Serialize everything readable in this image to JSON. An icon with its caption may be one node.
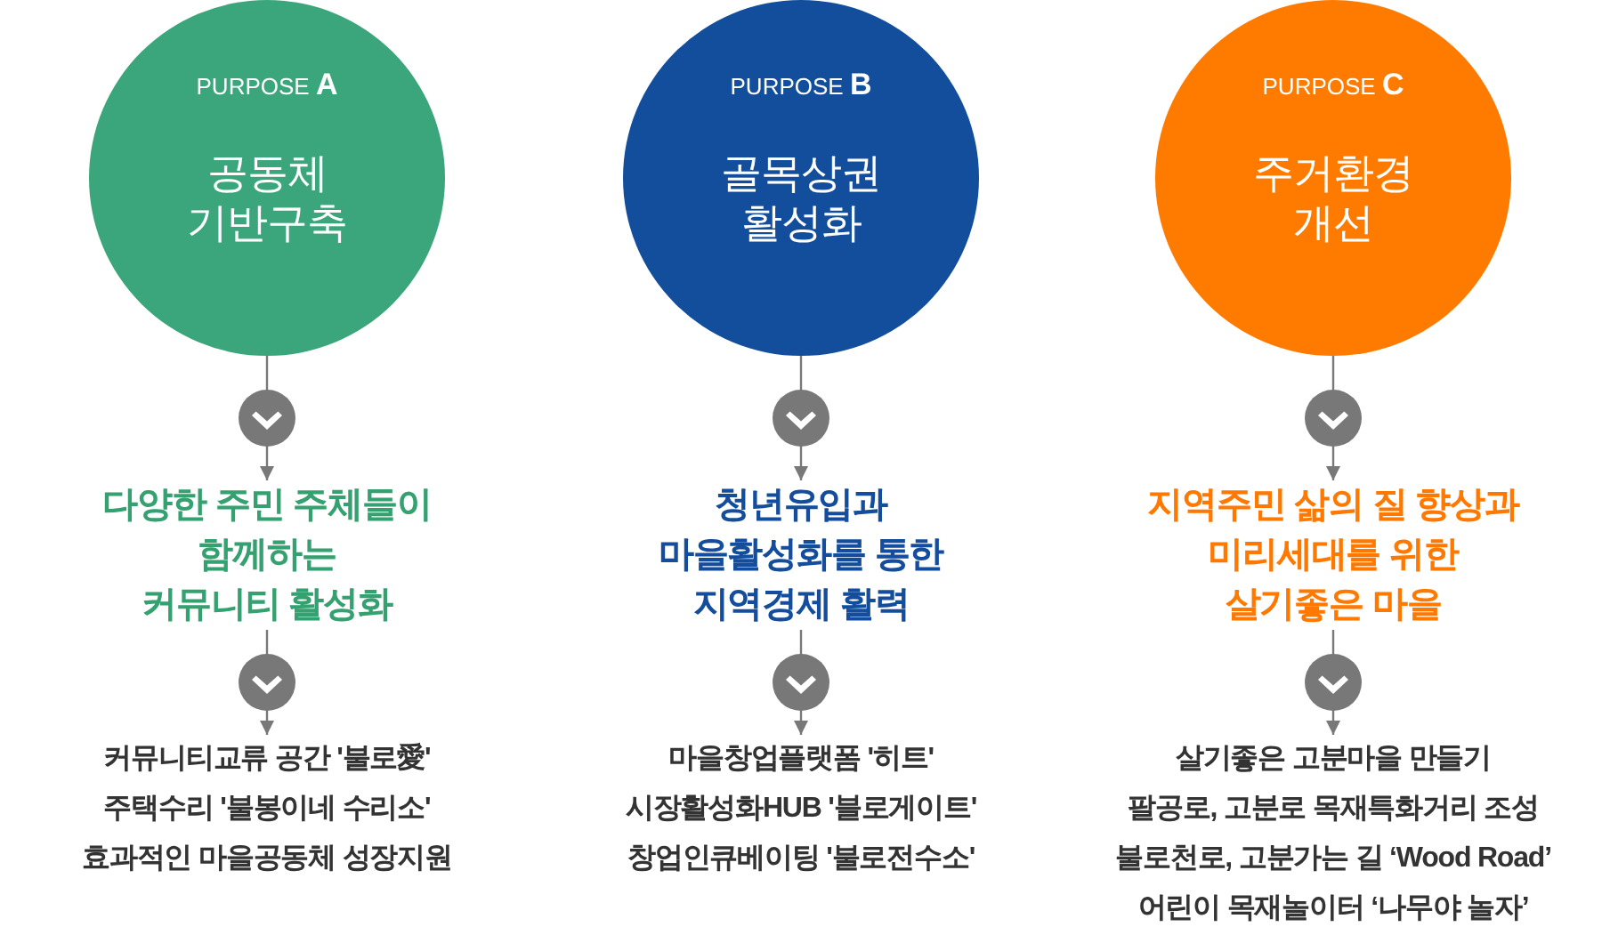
{
  "diagram": {
    "nodes": [
      {
        "text": [
          "PURPOSE **A**",
          "공동체 기반구축"
        ]
      },
      {
        "text": [
          "다양한 주민 주체들이 함께하는 커뮤니티 활성화"
        ]
      },
      {
        "text": [
          "커뮤니티교류 공간 '불로愛'",
          "주택수리 '불봉이네 수리소'",
          "효과적인 마을공동체 성장지원"
        ]
      },
      {
        "text": [
          "PURPOSE **B**",
          "골목상권 활성화"
        ]
      },
      {
        "text": [
          "청년유입과 마을활성화를 통한 지역경제 활력"
        ]
      },
      {
        "text": [
          "마을창업플랫폼 '히트'",
          "시장활성화HUB '블로게이트'",
          "창업인큐베이팅 '불로전수소'"
        ]
      },
      {
        "text": [
          "PURPOSE **C**",
          "주거환경 개선"
        ]
      },
      {
        "text": [
          "지역주민 삶의 질 향상과 미리세대를 위한 살기좋은 마을"
        ]
      },
      {
        "text": [
          "살기좋은 고분마을 만들기",
          "팔공로, 고분로 목재특화거리 조성",
          "불로천로, 고분가는 길 ‘Wood Road’",
          "어린이 목재놀이터 ‘나무야 놀자’"
        ]
      }
    ],
    "edges": [
      {
        "from": 0,
        "to": 1,
        "arrow": "to"
      },
      {
        "from": 1,
        "to": 2,
        "arrow": "to"
      },
      {
        "from": 3,
        "to": 4,
        "arrow": "to"
      },
      {
        "from": 4,
        "to": 5,
        "arrow": "to"
      },
      {
        "from": 6,
        "to": 7,
        "arrow": "to"
      },
      {
        "from": 7,
        "to": 8,
        "arrow": "to"
      }
    ]
  }
}
